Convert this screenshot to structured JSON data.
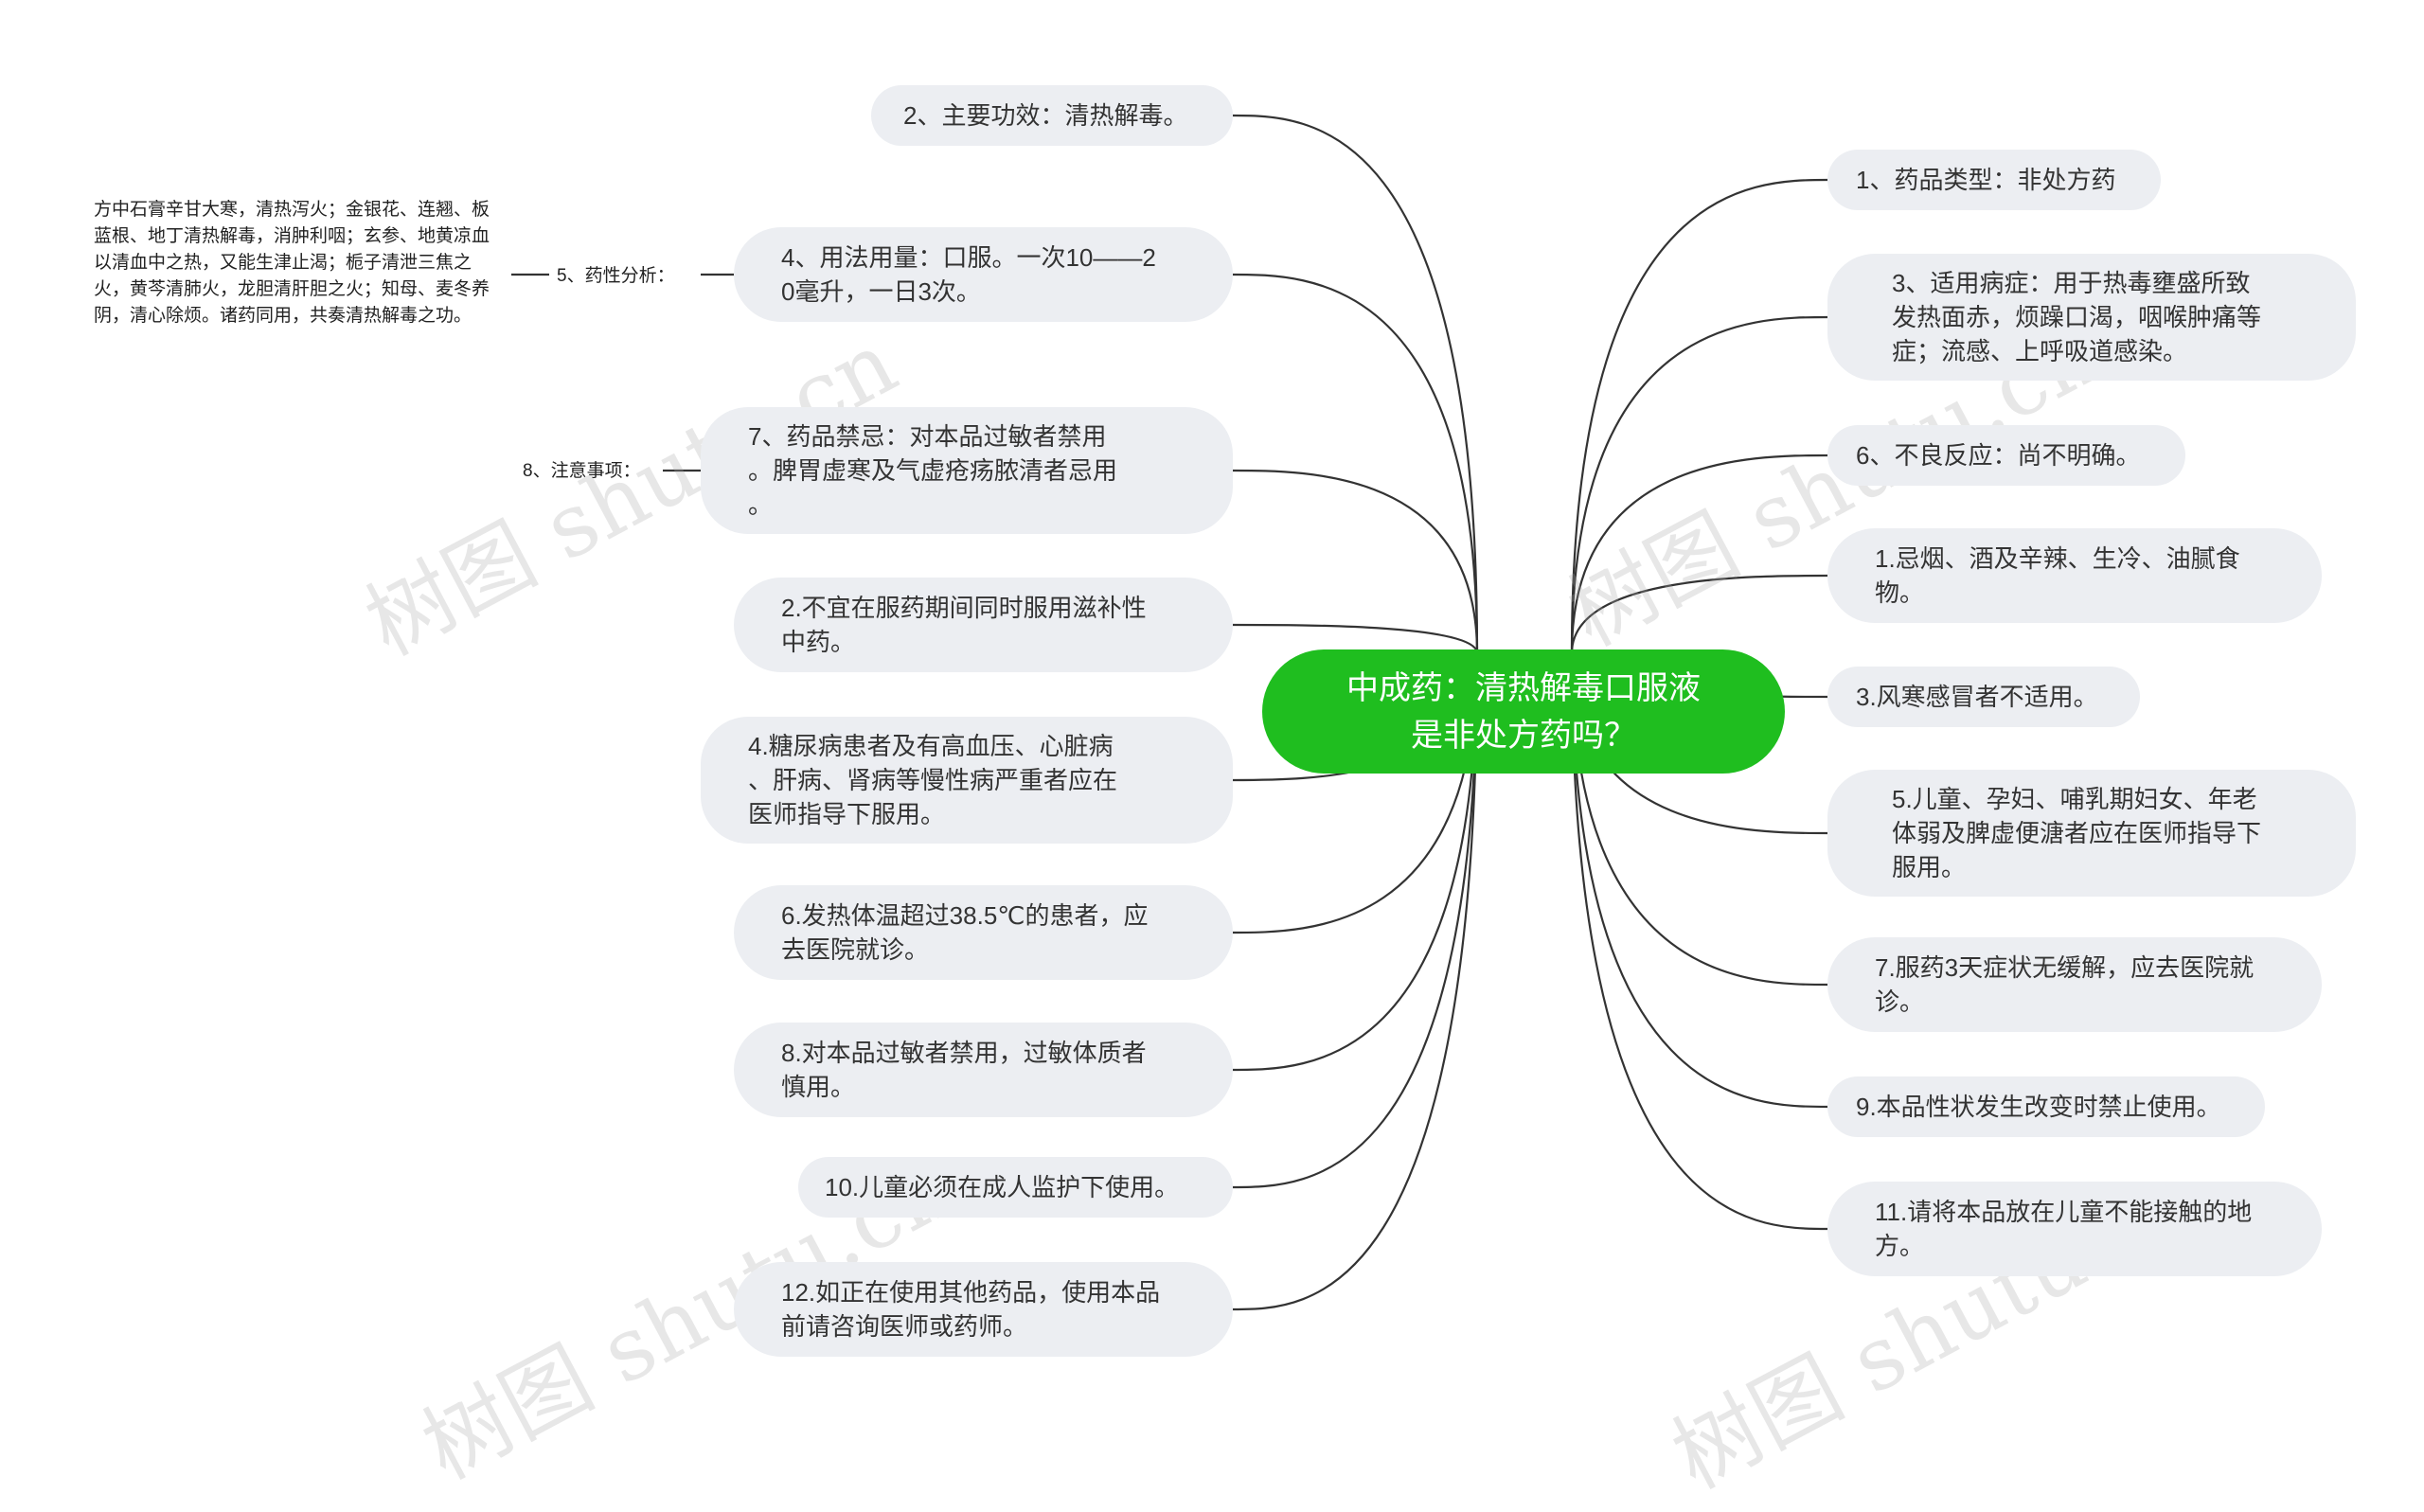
{
  "root": {
    "title": "中成药：清热解毒口服液\n是非处方药吗？"
  },
  "left_nodes": [
    {
      "id": "main-effect",
      "text": "2、主要功效：清热解毒。"
    },
    {
      "id": "usage",
      "text": "4、用法用量：口服。一次10——2\n0毫升，一日3次。"
    },
    {
      "id": "contraindication",
      "text": "7、药品禁忌：对本品过敏者禁用\n。脾胃虚寒及气虚疮疡脓清者忌用\n。"
    },
    {
      "id": "caution-2",
      "text": "2.不宜在服药期间同时服用滋补性\n中药。"
    },
    {
      "id": "caution-4",
      "text": "4.糖尿病患者及有高血压、心脏病\n、肝病、肾病等慢性病严重者应在\n医师指导下服用。"
    },
    {
      "id": "caution-6",
      "text": "6.发热体温超过38.5℃的患者，应\n去医院就诊。"
    },
    {
      "id": "caution-8",
      "text": "8.对本品过敏者禁用，过敏体质者\n慎用。"
    },
    {
      "id": "caution-10",
      "text": "10.儿童必须在成人监护下使用。"
    },
    {
      "id": "caution-12",
      "text": "12.如正在使用其他药品，使用本品\n前请咨询医师或药师。"
    }
  ],
  "right_nodes": [
    {
      "id": "drug-type",
      "text": "1、药品类型：非处方药"
    },
    {
      "id": "indication",
      "text": "3、适用病症：用于热毒壅盛所致\n发热面赤，烦躁口渴，咽喉肿痛等\n症；流感、上呼吸道感染。"
    },
    {
      "id": "side-effect",
      "text": "6、不良反应：尚不明确。"
    },
    {
      "id": "caution-1",
      "text": "1.忌烟、酒及辛辣、生冷、油腻食\n物。"
    },
    {
      "id": "caution-3",
      "text": "3.风寒感冒者不适用。"
    },
    {
      "id": "caution-5",
      "text": "5.儿童、孕妇、哺乳期妇女、年老\n体弱及脾虚便溏者应在医师指导下\n服用。"
    },
    {
      "id": "caution-7",
      "text": "7.服药3天症状无缓解，应去医院就\n诊。"
    },
    {
      "id": "caution-9",
      "text": "9.本品性状发生改变时禁止使用。"
    },
    {
      "id": "caution-11",
      "text": "11.请将本品放在儿童不能接触的地\n方。"
    }
  ],
  "side_labels": {
    "pharmacology": "5、药性分析：",
    "precautions": "8、注意事项："
  },
  "pharmacology_note": "方中石膏辛甘大寒，清热泻火；金银花、连翘、板蓝根、地丁清热解毒，消肿利咽；玄参、地黄凉血以清血中之热，又能生津止渴；栀子清泄三焦之火，黄芩清肺火，龙胆清肝胆之火；知母、麦冬养阴，清心除烦。诸药同用，共奏清热解毒之功。",
  "watermarks": [
    "树图 shutu.cn",
    "树图 shutu.cn",
    "树图 shutu.cn",
    "树图 shutu.cn"
  ],
  "colors": {
    "root": "#1fbe1f",
    "node_bg": "#eceef2",
    "edge": "#333333"
  }
}
